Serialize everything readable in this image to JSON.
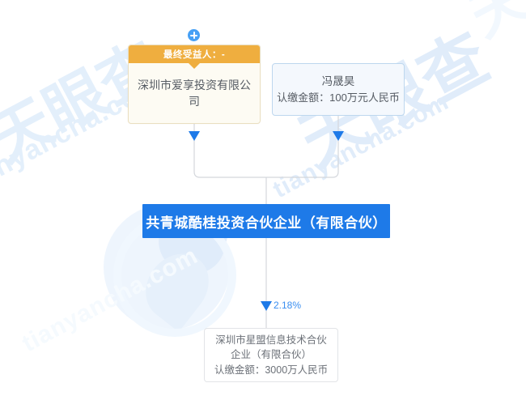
{
  "diagram": {
    "type": "equity-ownership-tree",
    "watermark": {
      "brand_cn": "天眼查",
      "brand_domain": "tianyancha.com",
      "logo_icon": "eye-aperture-logo"
    },
    "accent_blue": "#1e7ae8",
    "accent_orange": "#efae3f",
    "link_blue": "#3a8ef0",
    "nodes": {
      "beneficiary": {
        "badge_label": "最终受益人：-",
        "name": "深圳市爱享投资有限公司",
        "expand_icon": "plus-circle-icon"
      },
      "person": {
        "name": "冯晟昊",
        "detail": "认缴金额：100万元人民币"
      },
      "main": {
        "name": "共青城酷桂投资合伙企业（有限合伙）"
      },
      "subsidiary": {
        "line1": "深圳市星盟信息技术合伙",
        "line2": "企业（有限合伙）",
        "detail": "认缴金额：3000万人民币"
      }
    },
    "edges": {
      "beneficiary_to_main_arrow": "down-arrow-icon",
      "person_to_main_arrow": "down-arrow-icon",
      "main_to_subsidiary_arrow": "down-arrow-icon",
      "ownership_percent": "2.18%"
    }
  }
}
